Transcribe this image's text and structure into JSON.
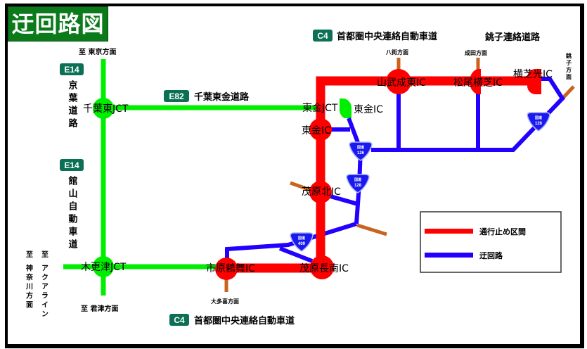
{
  "title": "迂回路図",
  "colors": {
    "closed": "#ff0000",
    "detour": "#2200ff",
    "expressway": "#00ee00",
    "branch": "#c8641e",
    "badge": "#0b7055",
    "title_bg": "#0a7a1a"
  },
  "routes": {
    "c4_top": {
      "code": "C4",
      "name": "首都圏中央連絡自動車道"
    },
    "c4_bottom": {
      "code": "C4",
      "name": "首都圏中央連絡自動車道"
    },
    "choshi": {
      "name": "銚子連絡道路"
    },
    "e82": {
      "code": "E82",
      "name": "千葉東金道路"
    },
    "e14_keiyo": {
      "code": "E14",
      "name": "京葉道路"
    },
    "e14_tateyama": {
      "code": "E14",
      "name": "館山自動車道"
    }
  },
  "directions": {
    "tokyo": "至 東京方面",
    "kimitsu": "至 君津方面",
    "kanagawa": "至 神奈川方面",
    "aqualine": "至 アクアライン",
    "yachimata": "八街方面",
    "narita": "成田方面",
    "choshi": "銚子方面",
    "otaki": "大多喜方面"
  },
  "nodes": {
    "chiba_higashi_jct": "千葉東JCT",
    "kisarazu_jct": "木更津JCT",
    "togane_jct": "東金JCT",
    "togane_ic_c4": "東金IC",
    "togane_ic_e82": "東金IC",
    "mobara_kita_ic": "茂原北IC",
    "mobara_nagara_ic": "茂原長南IC",
    "ichihara_tsurumai_ic": "市原鶴舞IC",
    "sanmu_naruto_ic": "山武成東IC",
    "matsuo_yokoshiba_ic": "松尾横芝IC",
    "yokoshiba_hikari_ic": "横芝光IC"
  },
  "national_routes": [
    {
      "top": "国道",
      "num": "126",
      "id": "r126a"
    },
    {
      "top": "国道",
      "num": "126",
      "id": "r126b"
    },
    {
      "top": "国道",
      "num": "128",
      "id": "r128"
    },
    {
      "top": "国道",
      "num": "409",
      "id": "r409"
    }
  ],
  "legend": {
    "closed": "通行止め区間",
    "detour": "迂回路"
  }
}
